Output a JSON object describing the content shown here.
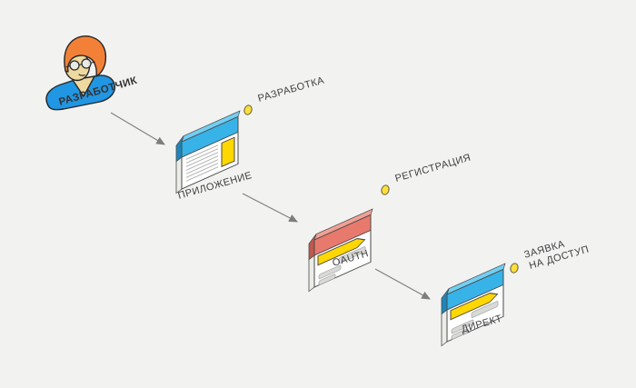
{
  "colors": {
    "background": "#f2f2f1",
    "yellow": "#ffd702",
    "yellow_dot": "#ffdf3f",
    "arrow": "#7e7e7e",
    "text": "#3f3f3f",
    "outline": "#4a4a4a",
    "gray_line": "#b5b5b5",
    "gray_block": "#d9d9d7",
    "side_light": "#ecece8",
    "skin": "#eed9a0",
    "hair": "#f28137",
    "shirt": "#2196e3",
    "glasses": "#e7ebeb"
  },
  "actor": {
    "label": "РАЗРАБОТЧИК"
  },
  "nodes": [
    {
      "label": "ПРИЛОЖЕНИЕ",
      "header": "#38b3e8",
      "header_light": "#72cef3",
      "header_dark": "#1e86ba"
    },
    {
      "label": "OAUTH",
      "header": "#e87a6d",
      "header_light": "#f0a094",
      "header_dark": "#bf584e"
    },
    {
      "label": "ДИРЕКТ",
      "header": "#38b3e8",
      "header_light": "#72cef3",
      "header_dark": "#1e86ba"
    }
  ],
  "annotations": [
    {
      "label": "РАЗРАБОТКА"
    },
    {
      "label": "РЕГИСТРАЦИЯ"
    },
    {
      "line1": "ЗАЯВКА",
      "line2": "НА ДОСТУП"
    }
  ]
}
